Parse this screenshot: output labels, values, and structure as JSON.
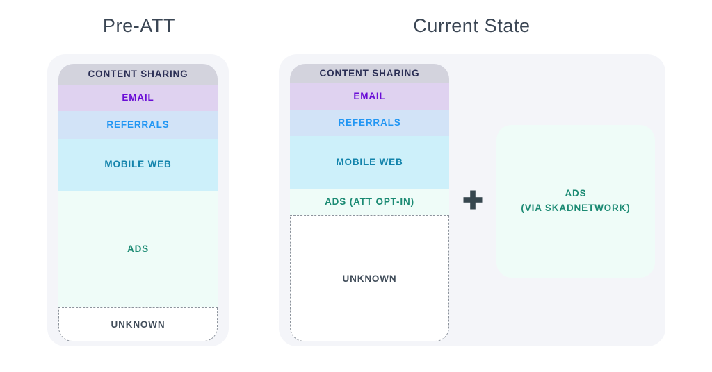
{
  "columns": {
    "left": {
      "title": "Pre-ATT"
    },
    "right": {
      "title": "Current State"
    }
  },
  "left_funnel": {
    "bands": [
      {
        "label": "CONTENT SHARING",
        "bg": "#d3d3dd",
        "color": "#2b2f55",
        "height": 30
      },
      {
        "label": "EMAIL",
        "bg": "#dfd2f0",
        "color": "#6a0dd6",
        "height": 38
      },
      {
        "label": "REFERRALS",
        "bg": "#d2e3f7",
        "color": "#2196f3",
        "height": 40
      },
      {
        "label": "MOBILE WEB",
        "bg": "#cdf0fa",
        "color": "#1283ab",
        "height": 75
      },
      {
        "label": "ADS",
        "bg": "#effcf8",
        "color": "#1b8a73",
        "height": 168
      }
    ],
    "unknown": {
      "label": "UNKNOWN"
    }
  },
  "right_funnel": {
    "bands": [
      {
        "label": "CONTENT SHARING",
        "bg": "#d3d3dd",
        "color": "#2b2f55",
        "height": 28
      },
      {
        "label": "EMAIL",
        "bg": "#dfd2f0",
        "color": "#6a0dd6",
        "height": 38
      },
      {
        "label": "REFERRALS",
        "bg": "#d2e3f7",
        "color": "#2196f3",
        "height": 38
      },
      {
        "label": "MOBILE WEB",
        "bg": "#cdf0fa",
        "color": "#1283ab",
        "height": 76
      },
      {
        "label": "ADS (ATT OPT-IN)",
        "bg": "#effcf8",
        "color": "#1b8a73",
        "height": 38
      }
    ],
    "unknown": {
      "label": "UNKNOWN"
    },
    "operator": "+",
    "skadnetwork_card": {
      "label": "ADS\n(VIA SKADNETWORK)",
      "bg": "#effcf8",
      "color": "#1b8a73"
    }
  },
  "theme": {
    "page_bg": "#ffffff",
    "panel_bg": "#f4f5f9",
    "title_color": "#3b4654",
    "dashed_border": "#8c939c",
    "plus_color": "#37474f"
  }
}
